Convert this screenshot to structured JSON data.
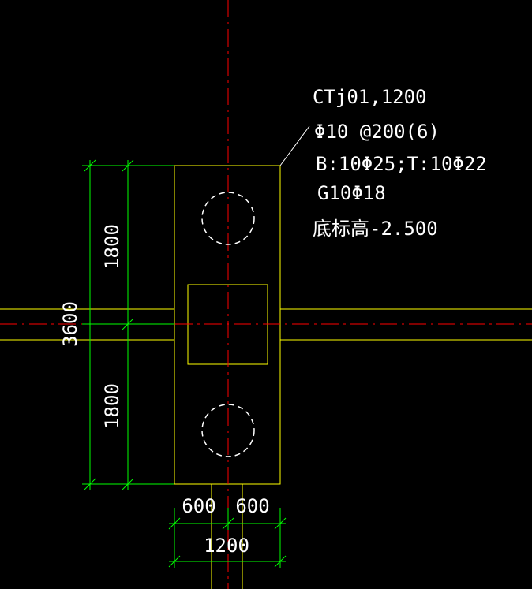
{
  "drawing": {
    "annotation": {
      "line1": "CTj01,1200",
      "line2": "Φ10 @200(6)",
      "line3": "B:10Φ25;T:10Φ22",
      "line4": "G10Φ18",
      "line5": "底标高-2.500"
    },
    "dimensions": {
      "total_vertical": "3600",
      "upper_vertical": "1800",
      "lower_vertical": "1800",
      "left_horizontal": "600",
      "right_horizontal": "600",
      "total_horizontal": "1200"
    },
    "colors": {
      "background": "#000000",
      "outline": "#ffff00",
      "axis": "#ff0000",
      "dimension": "#00ff00",
      "text": "#ffffff",
      "pile": "#ffffff"
    }
  }
}
